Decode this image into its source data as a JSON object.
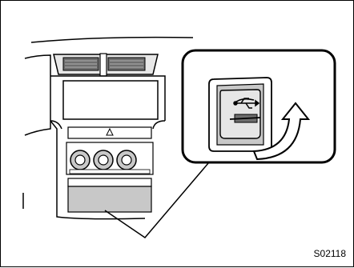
{
  "figure": {
    "code": "S02118",
    "icons": [
      "dashboard-center-console",
      "usb-port-cover",
      "usb-symbol",
      "curved-arrow",
      "hazard-triangle"
    ],
    "colors": {
      "outline": "#000000",
      "panel": "#ffffff",
      "grey": "#c8c8c8",
      "dark_grey": "#6e6e6e"
    }
  }
}
